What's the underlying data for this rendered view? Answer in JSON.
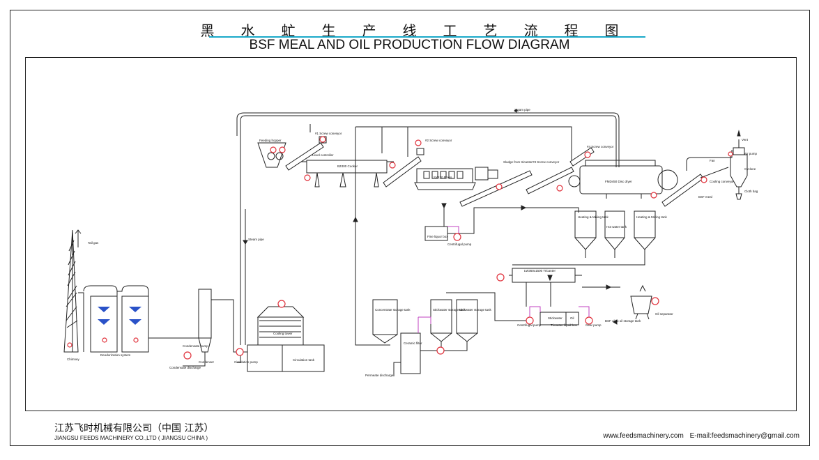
{
  "title_cn": "黑水虻生产线工艺流程图",
  "title_en": "BSF MEAL AND OIL PRODUCTION FLOW DIAGRAM",
  "labels": {
    "steam_pipe": "Steam pipe",
    "steam_pipe_vertical": "Steam pipe",
    "feeding_hopper": "Feeding hopper",
    "screw1": "#1 Screw conveyor",
    "level_controller": "Level controller",
    "cooker": "BZ400 Cooker",
    "screw2": "#2 Screw conveyor",
    "press": "SY430 Press",
    "sludge": "Sludge from tricanter",
    "screw3": "#3 Screw conveyor",
    "screw4": "#4 Screw conveyor",
    "dryer": "FMD450 Disc dryer",
    "exhaust_fan": "Fan",
    "vent": "Vent",
    "air_pump": "Air pump",
    "cyclone": "Cyclone",
    "cloth_bag": "Cloth bag",
    "cooling_conveyor": "Cooling conveyor",
    "bsf_meal": "BSF meal",
    "tail_gas": "Tail gas",
    "chimney": "Chimney",
    "deodorization": "Deodorization system",
    "condensate_pump": "Condensate pump",
    "condensate_discharge": "Condensate discharge",
    "condenser": "Condenser",
    "circulation_pump": "Circulation pump",
    "cooling_tower": "Cooling tower",
    "circulation_tank": "Circulation tank",
    "fine_liquor_box": "Fine liquor box",
    "centrifugal_pump1": "Centrifugal pump",
    "heating_tank1": "Heating & Mixing tank",
    "hot_water_tank": "Hot water tank",
    "heating_tank2": "Heating & Mixing tank",
    "tricanter": "LW360x1500 Tricanter",
    "concentrate_tank": "Concentrate storage tank",
    "ceramic_filter": "Ceramic filter",
    "permeate_discharge": "Permeate discharge",
    "stickwater_tank1": "Stickwater storage tank",
    "stickwater_tank2": "Stickwater storage tank",
    "centrifugal_pump2": "Centrifugal pump",
    "stickwater_box": "Stickwater",
    "oil_box": "Oil",
    "tricanter_liquid_box": "Tricanter liquid box",
    "gear_pump": "Gear pump",
    "oil_separator": "Oil separator",
    "bsf_oil_tank": "BSF oil to oil storage tank"
  },
  "footer": {
    "company_cn": "江苏飞时机械有限公司（中国 江苏）",
    "company_en": "JIANGSU FEEDS MACHINERY CO.,LTD ( JIANGSU CHINA )",
    "website": "www.feedsmachinery.com",
    "email": "E-mail:feedsmachinery@gmail.com"
  },
  "colors": {
    "rule": "#19a9c9",
    "motor": "#e0303a",
    "pipe_magenta": "#c040c0",
    "blue_packing": "#2a52c8"
  }
}
